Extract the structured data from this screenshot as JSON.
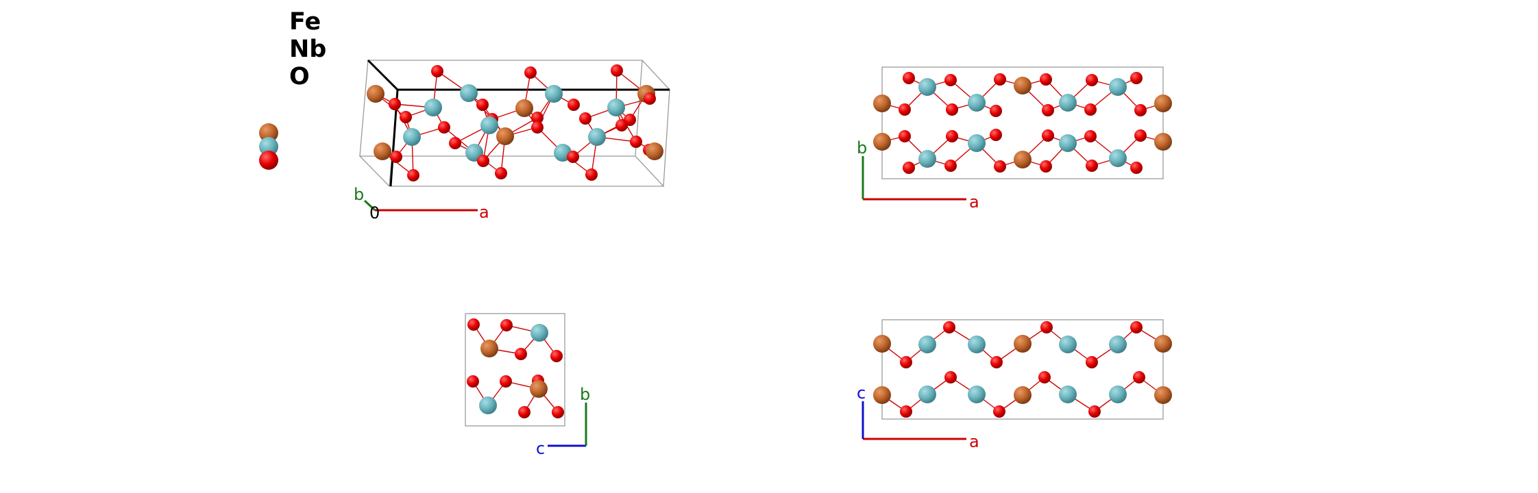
{
  "legend": {
    "elements": [
      {
        "symbol": "Fe",
        "color": "#c0662c"
      },
      {
        "symbol": "Nb",
        "color": "#6ab3bd"
      },
      {
        "symbol": "O",
        "color": "#e80000"
      }
    ]
  },
  "colors": {
    "cell_edge": "#9a9a9a",
    "bond": "#d40000",
    "axis_a": "#cc0000",
    "axis_b": "#1a7a1a",
    "axis_c": "#1010cc",
    "axis_origin": "#000000"
  },
  "views": {
    "perspective": {
      "axes": {
        "a": "a",
        "b": "b",
        "origin": "0"
      }
    },
    "ab": {
      "axes": {
        "a": "a",
        "b": "b"
      }
    },
    "cb": {
      "axes": {
        "c": "c",
        "b": "b"
      }
    },
    "ac": {
      "axes": {
        "a": "a",
        "c": "c"
      }
    }
  }
}
